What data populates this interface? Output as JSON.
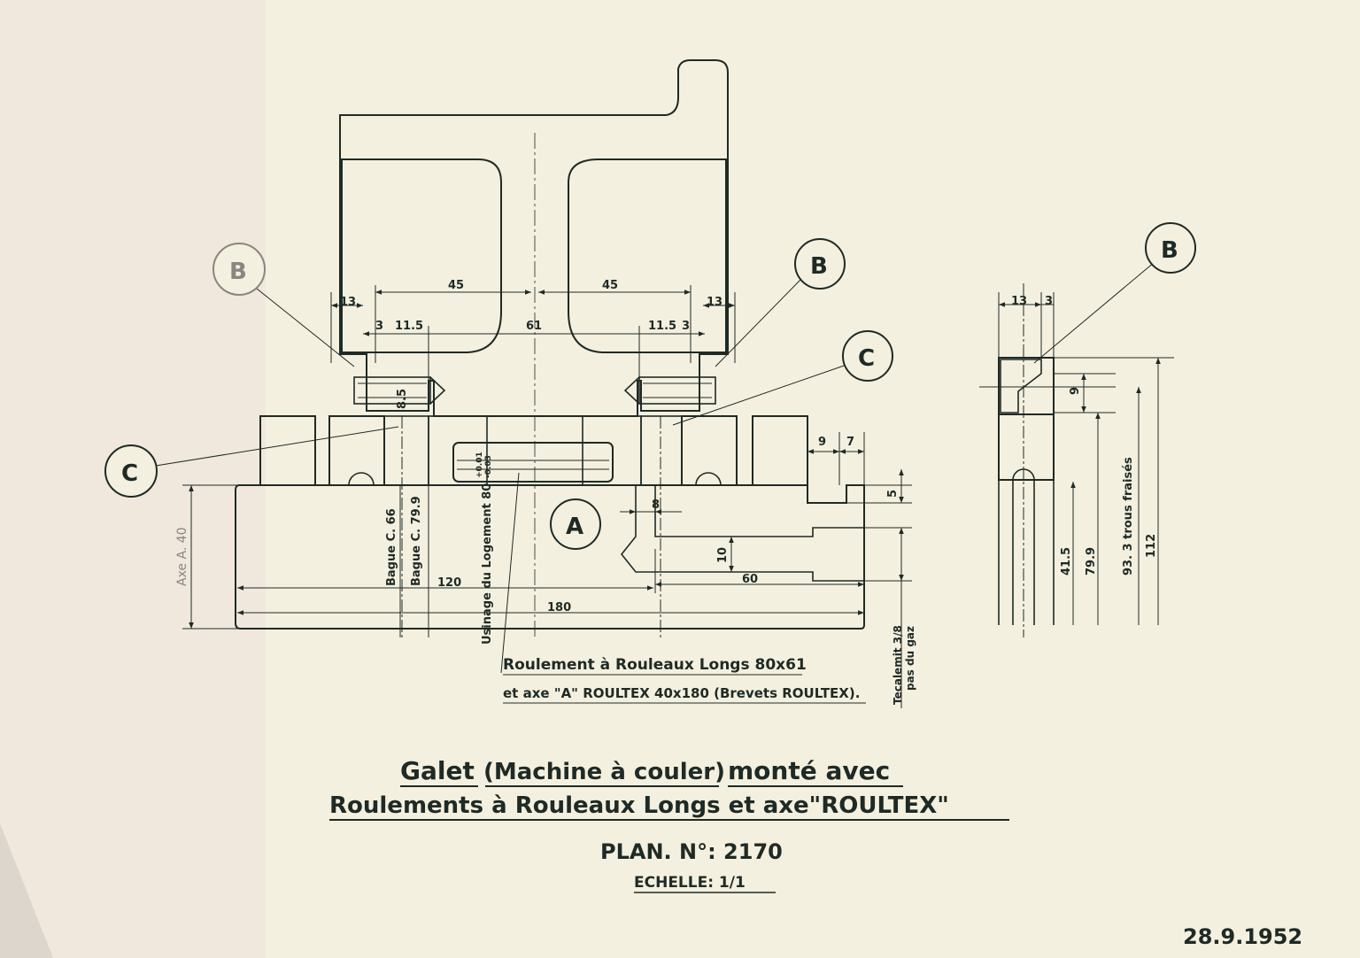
{
  "drawing": {
    "callouts": {
      "a": "A",
      "b": "B",
      "c": "C"
    },
    "dimensions": {
      "d13": "13",
      "d45": "45",
      "d3": "3",
      "d11_5": "11.5",
      "d61": "61",
      "d9": "9",
      "d7": "7",
      "d5": "5",
      "d8": "8",
      "d10": "10",
      "d60": "60",
      "d120": "120",
      "d180": "180",
      "d41_5": "41.5",
      "d79_9": "79.9",
      "d112": "112",
      "d8_5": "8.5",
      "tol_plus": "+0.01",
      "tol_minus": "-0.03"
    },
    "labels": {
      "axe_a": "Axe A. 40",
      "bague_66": "Bague C. 66",
      "bague_79": "Bague C. 79.9",
      "usinage": "Usinage du Logement 80",
      "tecalemit": "Tecalemit 3/8",
      "pas_du_gaz": "pas du gaz",
      "trous_fraises": "93. 3 trous fraisés",
      "roulement_line1": "Roulement à Rouleaux Longs 80x61",
      "roulement_line2": "et axe \"A\" ROULTEX 40x180 (Brevets ROULTEX)."
    },
    "title": {
      "line1_part1": "Galet",
      "line1_part2": "(Machine à couler)",
      "line1_part3": "monté avec",
      "line2": "Roulements à Rouleaux Longs et axe\"ROULTEX\"",
      "plan": "PLAN. N°: 2170",
      "scale": "ECHELLE: 1/1"
    },
    "date": "28.9.1952",
    "colors": {
      "paper": "#f4f0df",
      "ink": "#1e2a26",
      "faded": "#8a8580"
    }
  }
}
